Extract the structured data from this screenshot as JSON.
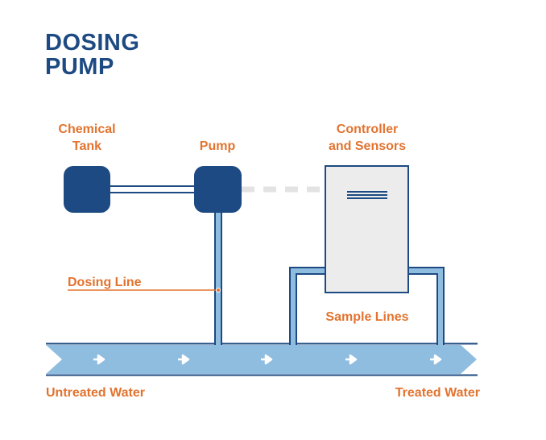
{
  "title_line1": "DOSING",
  "title_line2": "PUMP",
  "labels": {
    "chemical_tank_line1": "Chemical",
    "chemical_tank_line2": "Tank",
    "pump": "Pump",
    "controller_line1": "Controller",
    "controller_line2": "and Sensors",
    "dosing_line": "Dosing Line",
    "sample_lines": "Sample Lines",
    "untreated_water": "Untreated Water",
    "treated_water": "Treated Water"
  },
  "colors": {
    "title": "#1d4a82",
    "label": "#e2732f",
    "component": "#1d4a82",
    "water": "#8fbde0",
    "pipe_outline": "#1d4a82",
    "controller_fill": "#ececec",
    "signal_line": "#e3e3e3"
  },
  "icons": {
    "flow_arrow": "flow-arrow-icon",
    "controller_vent": "vent-lines-icon"
  }
}
